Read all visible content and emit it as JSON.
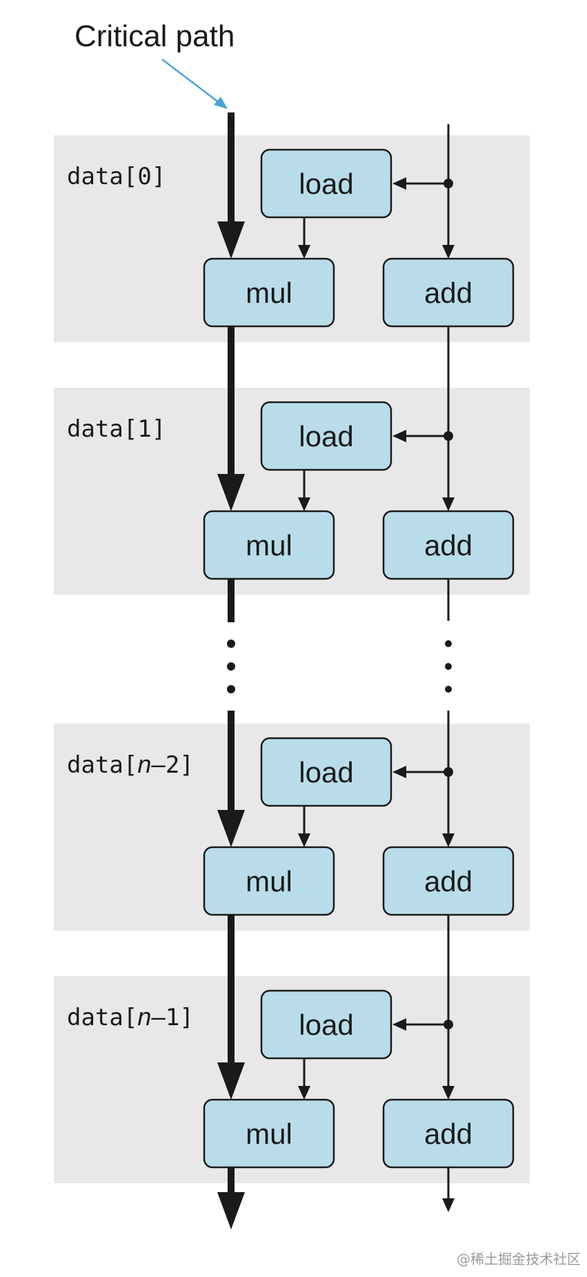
{
  "diagram": {
    "title": "Critical path",
    "blocks": [
      {
        "label_prefix": "data[",
        "label_var": "",
        "label_suffix": "0]",
        "load": "load",
        "mul": "mul",
        "add": "add"
      },
      {
        "label_prefix": "data[",
        "label_var": "",
        "label_suffix": "1]",
        "load": "load",
        "mul": "mul",
        "add": "add"
      },
      {
        "label_prefix": "data[",
        "label_var": "n",
        "label_suffix": "–2]",
        "load": "load",
        "mul": "mul",
        "add": "add"
      },
      {
        "label_prefix": "data[",
        "label_var": "n",
        "label_suffix": "–1]",
        "load": "load",
        "mul": "mul",
        "add": "add"
      }
    ],
    "colors": {
      "block_bg": "#e8e8e8",
      "box_fill": "#b8dcea",
      "box_stroke": "#1a1a1a",
      "arrow": "#1a1a1a",
      "callout_arrow": "#4aa3d4"
    }
  },
  "watermark": "@稀土掘金技术社区"
}
